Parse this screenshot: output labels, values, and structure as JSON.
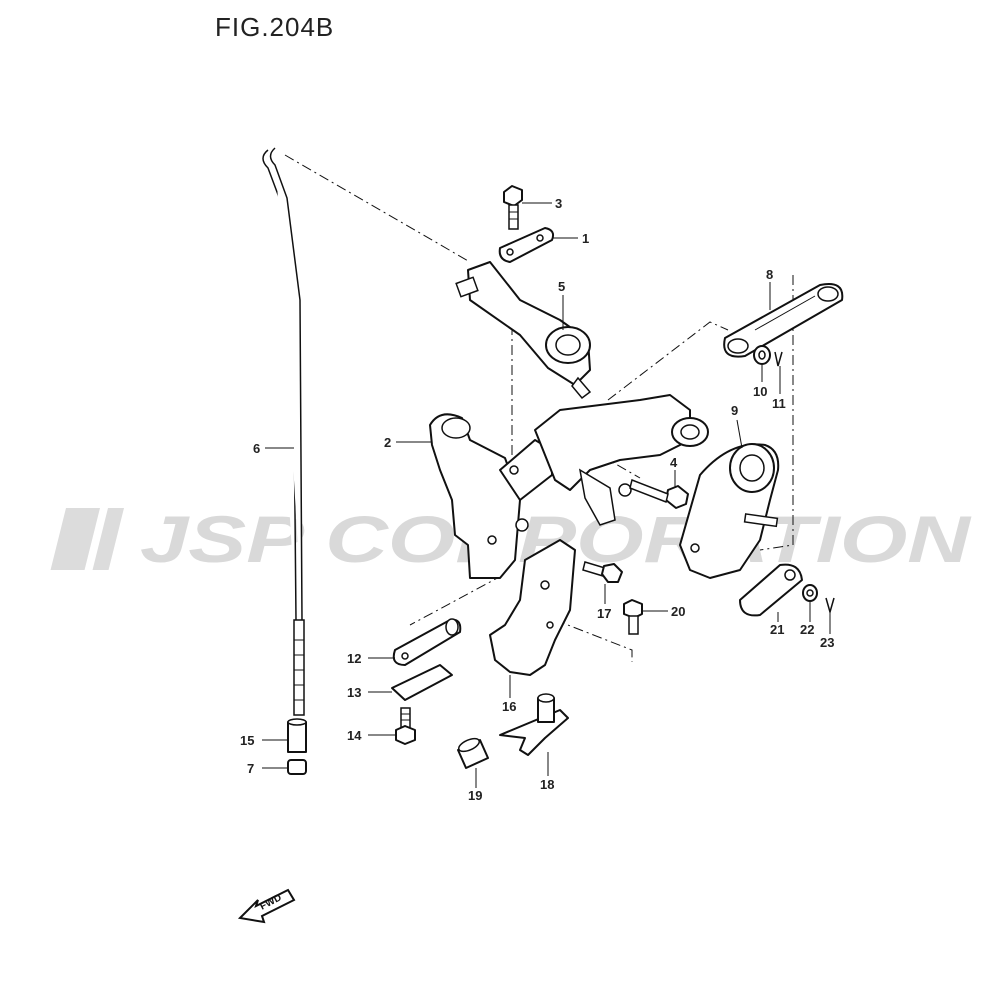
{
  "figure": {
    "title": "FIG.204B"
  },
  "watermark": {
    "text": "JSP CORPORATION",
    "color": "#d9d9d9"
  },
  "fwd_arrow": {
    "label": "FWD"
  },
  "callouts": [
    {
      "id": "1",
      "label": "1"
    },
    {
      "id": "2",
      "label": "2"
    },
    {
      "id": "3",
      "label": "3"
    },
    {
      "id": "4",
      "label": "4"
    },
    {
      "id": "5",
      "label": "5"
    },
    {
      "id": "6",
      "label": "6"
    },
    {
      "id": "7",
      "label": "7"
    },
    {
      "id": "8",
      "label": "8"
    },
    {
      "id": "9",
      "label": "9"
    },
    {
      "id": "10",
      "label": "10"
    },
    {
      "id": "11",
      "label": "11"
    },
    {
      "id": "12",
      "label": "12"
    },
    {
      "id": "13",
      "label": "13"
    },
    {
      "id": "14",
      "label": "14"
    },
    {
      "id": "15",
      "label": "15"
    },
    {
      "id": "16",
      "label": "16"
    },
    {
      "id": "17",
      "label": "17"
    },
    {
      "id": "18",
      "label": "18"
    },
    {
      "id": "19",
      "label": "19"
    },
    {
      "id": "20",
      "label": "20"
    },
    {
      "id": "21",
      "label": "21"
    },
    {
      "id": "22",
      "label": "22"
    },
    {
      "id": "23",
      "label": "23"
    }
  ]
}
